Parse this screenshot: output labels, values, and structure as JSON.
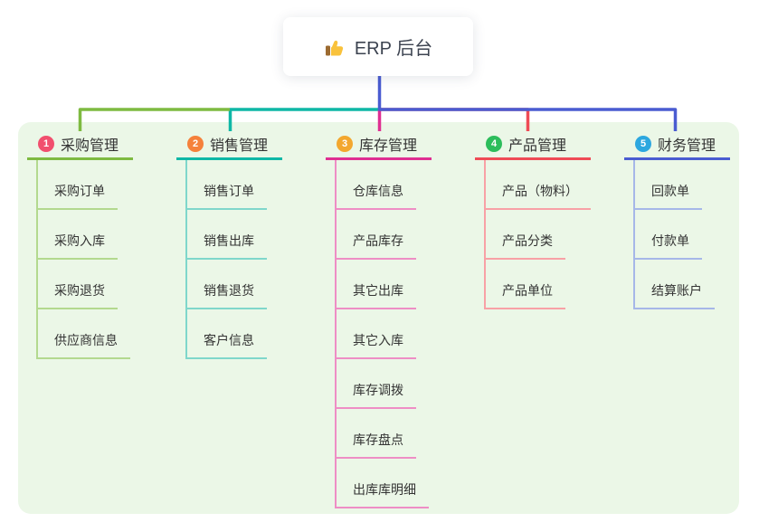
{
  "root": {
    "label": "ERP 后台",
    "icon": "thumbs-up"
  },
  "colors": {
    "canvas_bg": "#ffffff",
    "panel_bg": "#ebf7e7",
    "root_line": "#4a5cd1",
    "text": "#333333"
  },
  "branches": [
    {
      "num": "1",
      "label": "采购管理",
      "colors": {
        "badge": "#f14f6e",
        "line": "#7eba41",
        "light": "#b3d98f"
      },
      "children": [
        "采购订单",
        "采购入库",
        "采购退货",
        "供应商信息"
      ]
    },
    {
      "num": "2",
      "label": "销售管理",
      "colors": {
        "badge": "#f5813b",
        "line": "#0fb7a6",
        "light": "#7fd7cb"
      },
      "children": [
        "销售订单",
        "销售出库",
        "销售退货",
        "客户信息"
      ]
    },
    {
      "num": "3",
      "label": "库存管理",
      "colors": {
        "badge": "#f3a72e",
        "line": "#df2f92",
        "light": "#ee8ec5"
      },
      "children": [
        "仓库信息",
        "产品库存",
        "其它出库",
        "其它入库",
        "库存调拨",
        "库存盘点",
        "出库库明细"
      ]
    },
    {
      "num": "4",
      "label": "产品管理",
      "colors": {
        "badge": "#2cbd5b",
        "line": "#ef4b56",
        "light": "#f8a1a6"
      },
      "children": [
        "产品（物料）",
        "产品分类",
        "产品单位"
      ]
    },
    {
      "num": "5",
      "label": "财务管理",
      "colors": {
        "badge": "#2ca7df",
        "line": "#4a5cd1",
        "light": "#a6b7e8"
      },
      "children": [
        "回款单",
        "付款单",
        "结算账户"
      ]
    }
  ]
}
